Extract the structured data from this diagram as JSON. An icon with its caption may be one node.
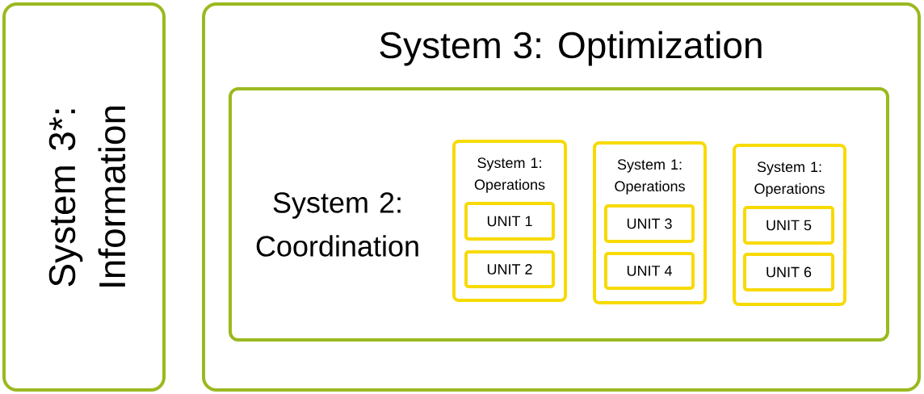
{
  "diagram": {
    "nodes": [
      {
        "text": [
          "System 3*: Information"
        ]
      },
      {
        "text": [
          "System 3: Optimization"
        ]
      },
      {
        "text": [
          "System 2: Coordination"
        ],
        "in": 1
      },
      {
        "text": [
          "System 1: Operations"
        ],
        "in": 2
      },
      {
        "text": [
          "UNIT 1"
        ],
        "in": 3
      },
      {
        "text": [
          "UNIT 2"
        ],
        "in": 3
      },
      {
        "text": [
          "System 1: Operations"
        ],
        "in": 2
      },
      {
        "text": [
          "UNIT 3"
        ],
        "in": 6
      },
      {
        "text": [
          "UNIT 4"
        ],
        "in": 6
      },
      {
        "text": [
          "System 1: Operations"
        ],
        "in": 2
      },
      {
        "text": [
          "UNIT 5"
        ],
        "in": 9
      },
      {
        "text": [
          "UNIT 6"
        ],
        "in": 9
      }
    ]
  }
}
